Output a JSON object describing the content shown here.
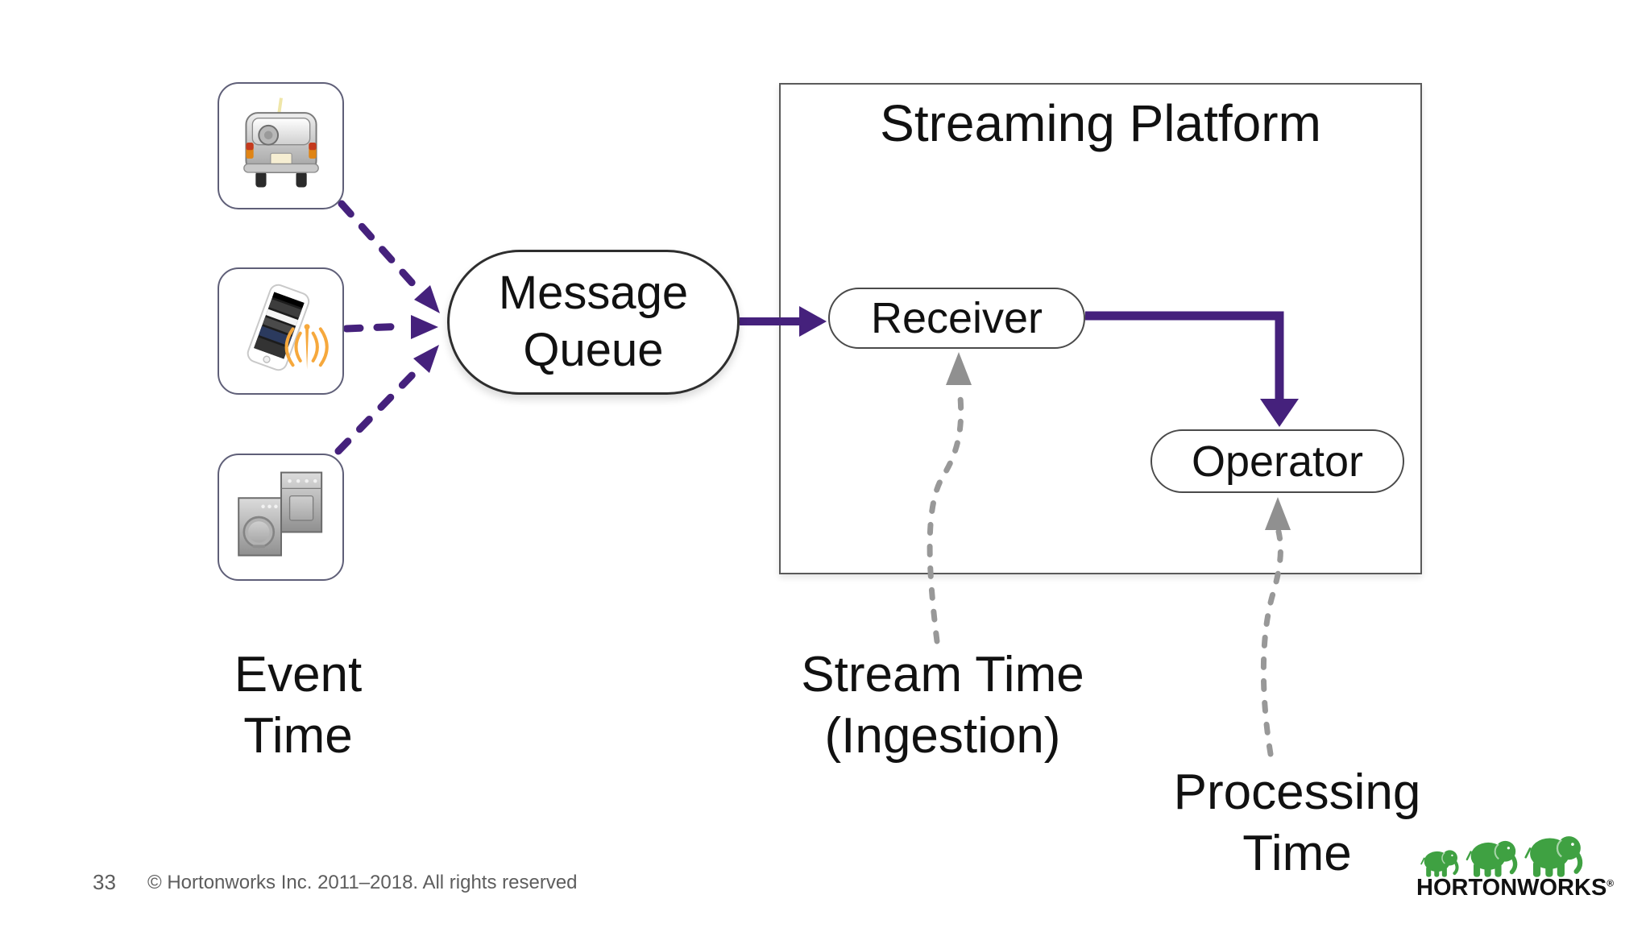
{
  "platform": {
    "title": "Streaming Platform"
  },
  "nodes": {
    "message_queue": "Message Queue",
    "receiver": "Receiver",
    "operator": "Operator"
  },
  "annotations": {
    "event_time": [
      "Event",
      "Time"
    ],
    "stream_time": [
      "Stream Time",
      "(Ingestion)"
    ],
    "processing_time": [
      "Processing",
      "Time"
    ]
  },
  "icons": {
    "devices": [
      "car-icon",
      "smartphone-icon",
      "appliances-icon"
    ],
    "logo": "elephants-icon"
  },
  "colors": {
    "flow_purple": "#45217c",
    "dotted_gray": "#989898",
    "logo_green": "#3fa142"
  },
  "footer": {
    "page_number": "33",
    "copyright": "© Hortonworks Inc. 2011–2018. All rights reserved"
  },
  "logo": {
    "brand": "HORTONWORKS",
    "registered_mark": "®"
  }
}
